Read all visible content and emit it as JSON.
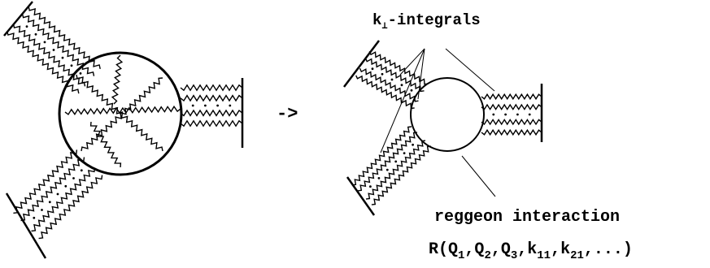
{
  "labels": {
    "kperp_base": "k",
    "kperp_sub": "⊥",
    "kperp_rest": "-integrals",
    "arrow": "->",
    "reggeon": "reggeon interaction",
    "formula": {
      "R": "R(Q",
      "s1": "1",
      "c1": ",Q",
      "s2": "2",
      "c2": ",Q",
      "s3": "3",
      "c3": ",k",
      "s4": "11",
      "c4": ",k",
      "s5": "21",
      "tail": ",...)"
    }
  },
  "colors": {
    "ink": "#000000",
    "background": "#ffffff"
  }
}
